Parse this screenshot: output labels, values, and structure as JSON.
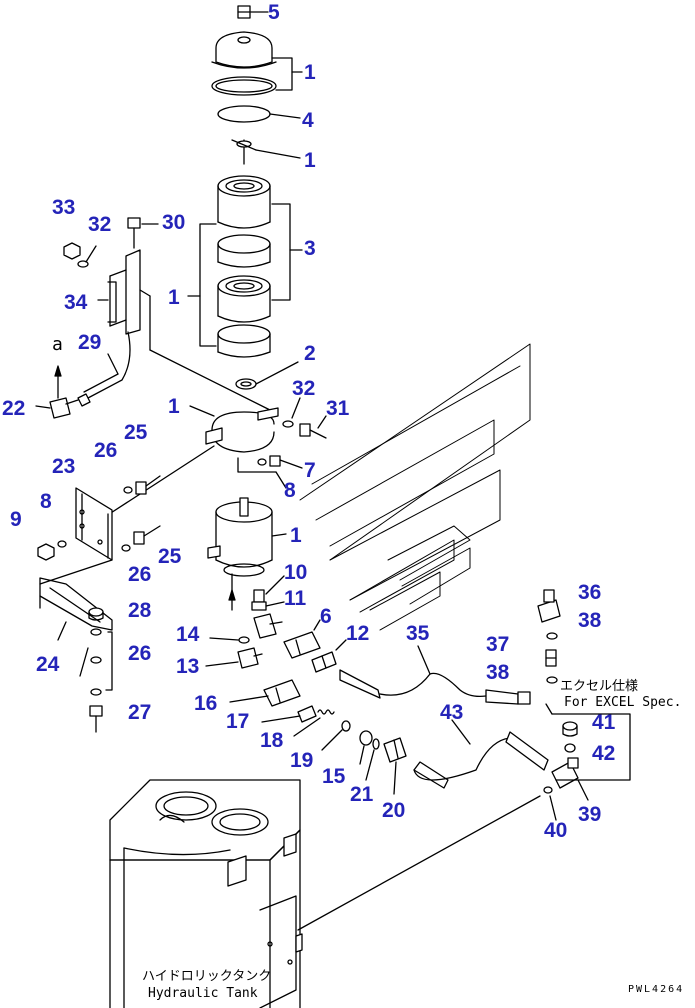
{
  "callouts": {
    "c5": "5",
    "c1a": "1",
    "c4": "4",
    "c1b": "1",
    "c3": "3",
    "c1c": "1",
    "c2": "2",
    "c33": "33",
    "c32a": "32",
    "c30": "30",
    "c34": "34",
    "c29": "29",
    "c22": "22",
    "c1d": "1",
    "c32b": "32",
    "c31": "31",
    "c7": "7",
    "c8a": "8",
    "c26a": "26",
    "c25a": "25",
    "c23": "23",
    "c9": "9",
    "c8b": "8",
    "c1e": "1",
    "c25b": "25",
    "c26b": "26",
    "c10": "10",
    "c11": "11",
    "c28": "28",
    "c26c": "26",
    "c24": "24",
    "c27": "27",
    "c14": "14",
    "c13": "13",
    "c6": "6",
    "c12": "12",
    "c35": "35",
    "c36": "36",
    "c38a": "38",
    "c37": "37",
    "c38b": "38",
    "c16": "16",
    "c17": "17",
    "c18": "18",
    "c19": "19",
    "c15": "15",
    "c21": "21",
    "c20": "20",
    "c43": "43",
    "c41": "41",
    "c42": "42",
    "c39": "39",
    "c40": "40"
  },
  "labels": {
    "excel_jp": "エクセル仕様",
    "excel_en": "For EXCEL Spec.",
    "tank_jp": "ハイドロリックタンク",
    "tank_en": "Hydraulic Tank",
    "arrow_ref_a": "a",
    "drawing_code": "PWL4264"
  },
  "colors": {
    "callout": "#2424b8",
    "line": "#000000",
    "background": "#ffffff"
  }
}
